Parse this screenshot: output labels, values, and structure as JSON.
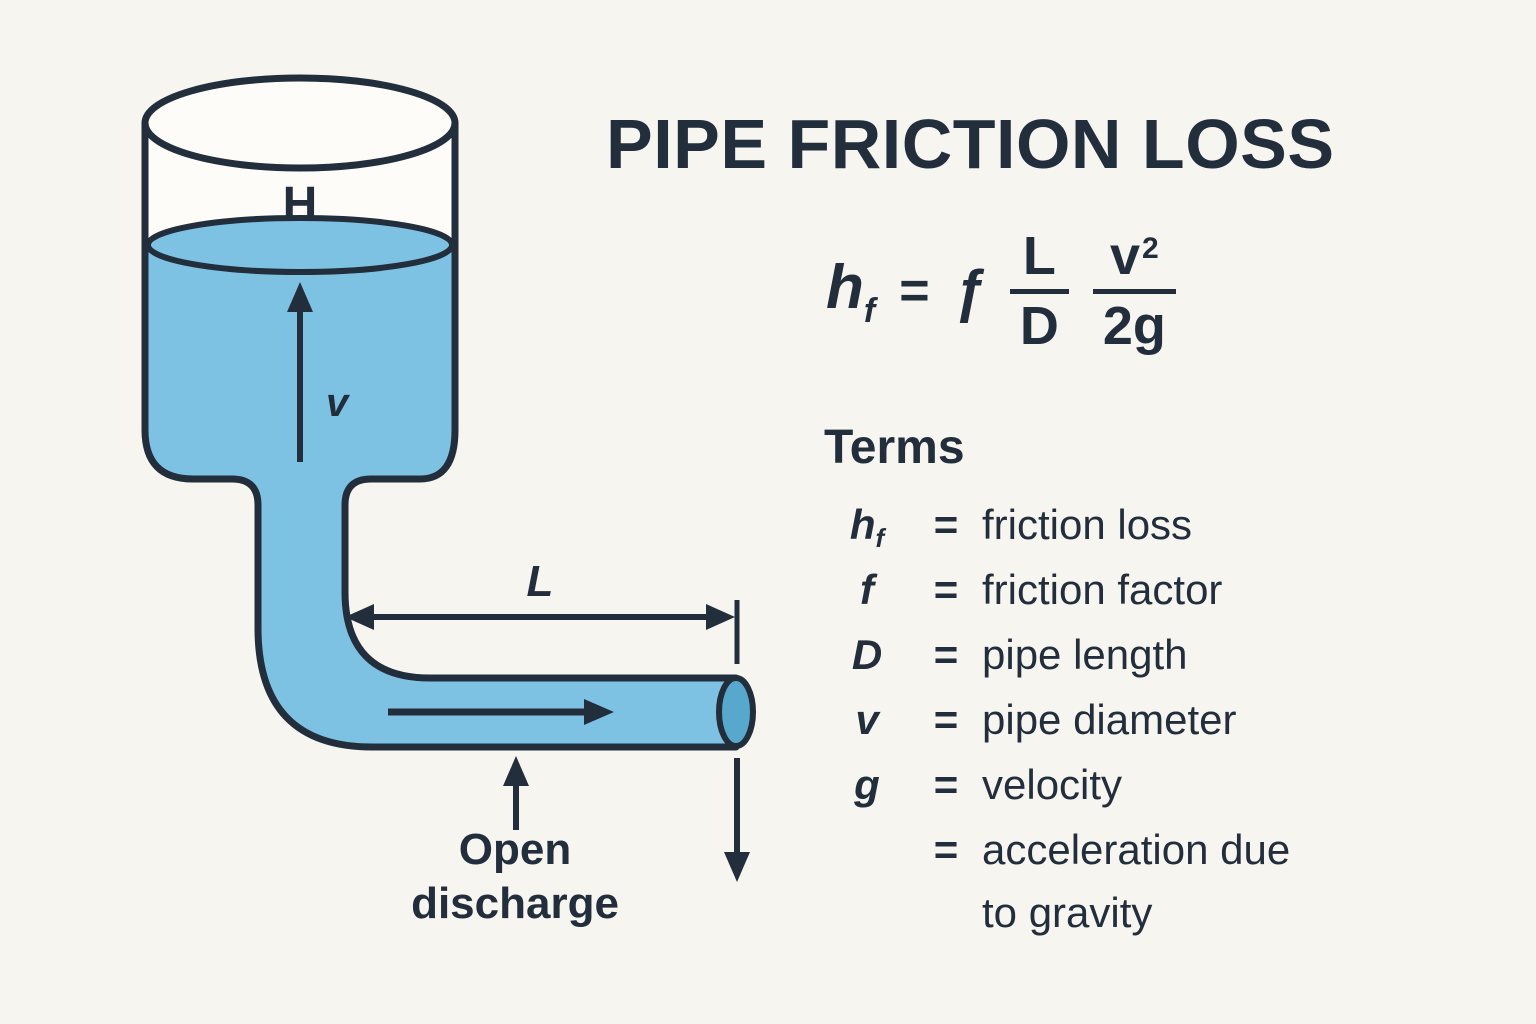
{
  "title": "PIPE FRICTION LOSS",
  "diagram": {
    "head_label": "H",
    "velocity_label": "v",
    "length_label": "L",
    "discharge_label_line1": "Open",
    "discharge_label_line2": "discharge"
  },
  "formula": {
    "lhs_base": "h",
    "lhs_sub": "f",
    "equals": "=",
    "friction_factor": "ƒ",
    "frac1": {
      "num": "L",
      "den": "D"
    },
    "frac2": {
      "num_base": "v",
      "num_sup": "2",
      "den": "2g"
    }
  },
  "terms": {
    "heading": "Terms",
    "rows": [
      {
        "symbol": "h",
        "symbol_sub": "f",
        "eq": "=",
        "definition": "friction loss"
      },
      {
        "symbol": "f",
        "symbol_sub": "",
        "eq": "=",
        "definition": "friction factor"
      },
      {
        "symbol": "D",
        "symbol_sub": "",
        "eq": "=",
        "definition": "pipe length"
      },
      {
        "symbol": "v",
        "symbol_sub": "",
        "eq": "=",
        "definition": "pipe diameter"
      },
      {
        "symbol": "g",
        "symbol_sub": "",
        "eq": "=",
        "definition": "velocity"
      },
      {
        "symbol": "",
        "symbol_sub": "",
        "eq": "=",
        "definition": "acceleration due to gravity"
      }
    ]
  },
  "colors": {
    "background": "#f6f5f0",
    "ink": "#232e3d",
    "water": "#7ec2e3",
    "water_dark": "#58a8ce"
  }
}
